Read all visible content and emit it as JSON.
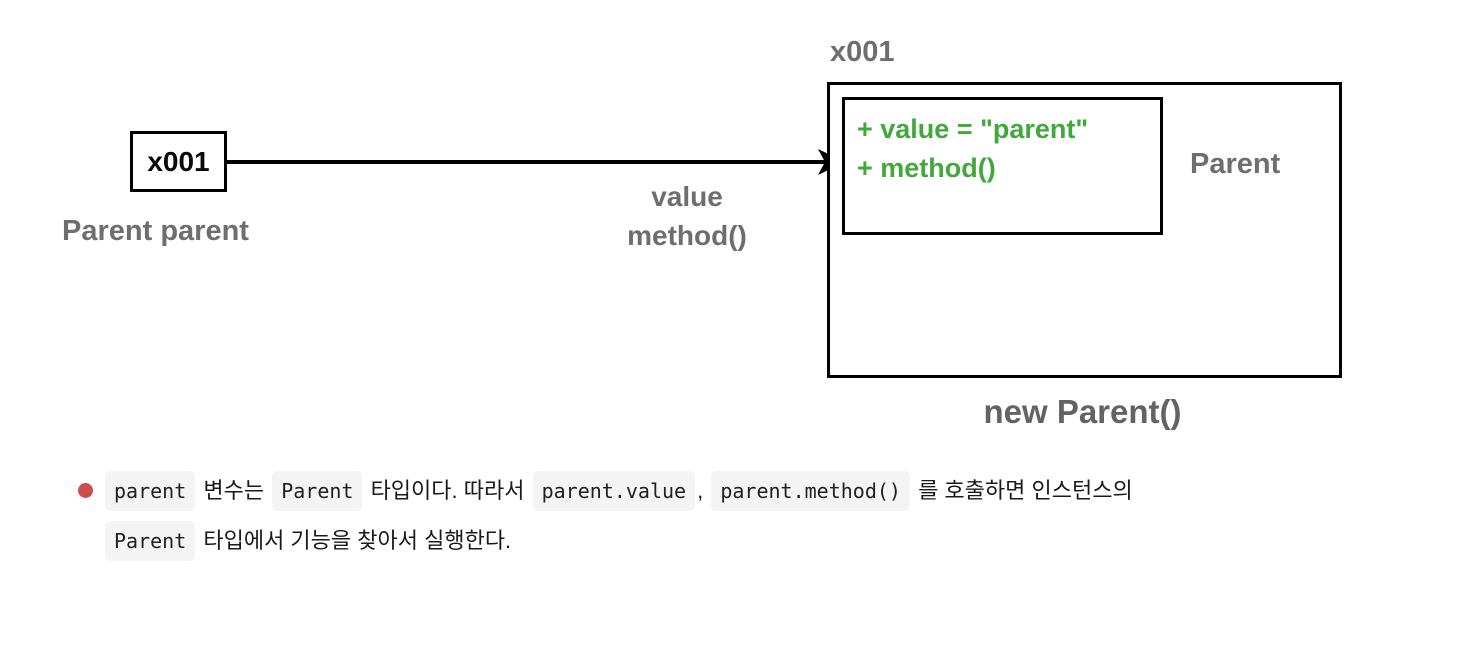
{
  "diagram": {
    "reference": {
      "box_label": "x001",
      "variable_label": "Parent parent"
    },
    "arrow": {
      "line1": "value",
      "line2": "method()"
    },
    "instance": {
      "address_label": "x001",
      "members": [
        "+ value = \"parent\"",
        "+ method()"
      ],
      "class_label": "Parent",
      "caption": "new Parent()"
    }
  },
  "note": {
    "line1": [
      {
        "t": "code",
        "text": "parent"
      },
      {
        "t": "plain",
        "text": " 변수는 "
      },
      {
        "t": "code",
        "text": "Parent"
      },
      {
        "t": "plain",
        "text": " 타입이다. 따라서 "
      },
      {
        "t": "code",
        "text": "parent.value"
      },
      {
        "t": "plain",
        "text": ", "
      },
      {
        "t": "code",
        "text": "parent.method()"
      },
      {
        "t": "plain",
        "text": " 를 호출하면 인스턴스의"
      }
    ],
    "line2": [
      {
        "t": "code",
        "text": "Parent"
      },
      {
        "t": "plain",
        "text": " 타입에서 기능을 찾아서 실행한다."
      }
    ]
  },
  "colors": {
    "member_green": "#42a83c",
    "label_gray": "#6e6e6e",
    "bullet_red": "#c9514c",
    "code_background": "#f4f4f5",
    "border_black": "#000000"
  }
}
